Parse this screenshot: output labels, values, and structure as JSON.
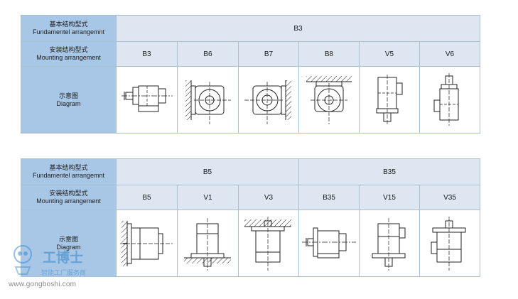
{
  "labels": {
    "basic_zh": "基本结构型式",
    "basic_en_1": "Fundamentel arrangemnt",
    "basic_en_2": "Fundamentel arrangemnt",
    "mount_zh": "安装结构型式",
    "mount_en": "Mounting arrangement",
    "diagram_zh": "示意图",
    "diagram_en": "Diagram"
  },
  "table1": {
    "groups": [
      "B3"
    ],
    "mountings": [
      "B3",
      "B6",
      "B7",
      "B8",
      "V5",
      "V6"
    ]
  },
  "table2": {
    "groups": [
      "B5",
      "B35"
    ],
    "mountings": [
      "B5",
      "V1",
      "V3",
      "B35",
      "V15",
      "V35"
    ]
  },
  "watermark": {
    "logo_text": "工博士",
    "logo_sub": "智能工厂服务商",
    "url": "www.gongboshi.com"
  },
  "colors": {
    "label_bg": "#a8c6e6",
    "header_bg": "#dde6f1",
    "border": "#a9bfd4",
    "watermark": "#3a8bd0"
  }
}
